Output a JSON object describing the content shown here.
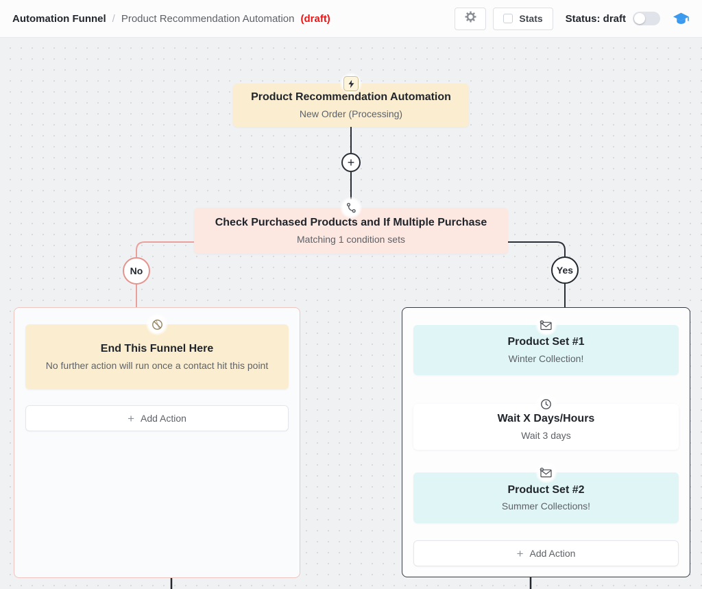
{
  "header": {
    "breadcrumb": {
      "root": "Automation Funnel",
      "separator": "/",
      "current": "Product Recommendation Automation",
      "status_suffix": "(draft)"
    },
    "stats_button_label": "Stats",
    "status_label": "Status: draft",
    "status_toggle_state": "off"
  },
  "colors": {
    "draft_red": "#f01414",
    "trigger_yellow": "#fbeed0",
    "condition_pink": "#fce7e1",
    "product_cyan": "#e0f5f6",
    "no_branch_pink": "#e4938d",
    "yes_branch_dark": "#23272e",
    "accent_blue": "#3b99ee",
    "canvas_gray": "#f0f1f3"
  },
  "flow": {
    "trigger": {
      "title": "Product Recommendation Automation",
      "subtitle": "New Order (Processing)"
    },
    "condition": {
      "title": "Check Purchased Products and If Multiple Purchase",
      "subtitle": "Matching 1 condition sets"
    },
    "branches": {
      "no_label": "No",
      "yes_label": "Yes"
    },
    "no_branch": {
      "end_node": {
        "title": "End This Funnel Here",
        "subtitle": "No further action will run once a contact hit this point"
      },
      "add_action_label": "Add Action"
    },
    "yes_branch": {
      "product_set_1": {
        "title": "Product Set #1",
        "subtitle": "Winter Collection!"
      },
      "wait": {
        "title": "Wait X Days/Hours",
        "subtitle": "Wait 3 days"
      },
      "product_set_2": {
        "title": "Product Set #2",
        "subtitle": "Summer Collections!"
      },
      "add_action_label": "Add Action"
    },
    "icons": {
      "plus": "+",
      "add": "+",
      "gear": "gear-icon",
      "lightning": "lightning-icon",
      "branch_split": "branch-split-icon",
      "ban": "ban-icon",
      "product_email": "product-email-icon",
      "clock": "clock-icon",
      "graduation_cap": "graduation-cap-icon"
    }
  }
}
